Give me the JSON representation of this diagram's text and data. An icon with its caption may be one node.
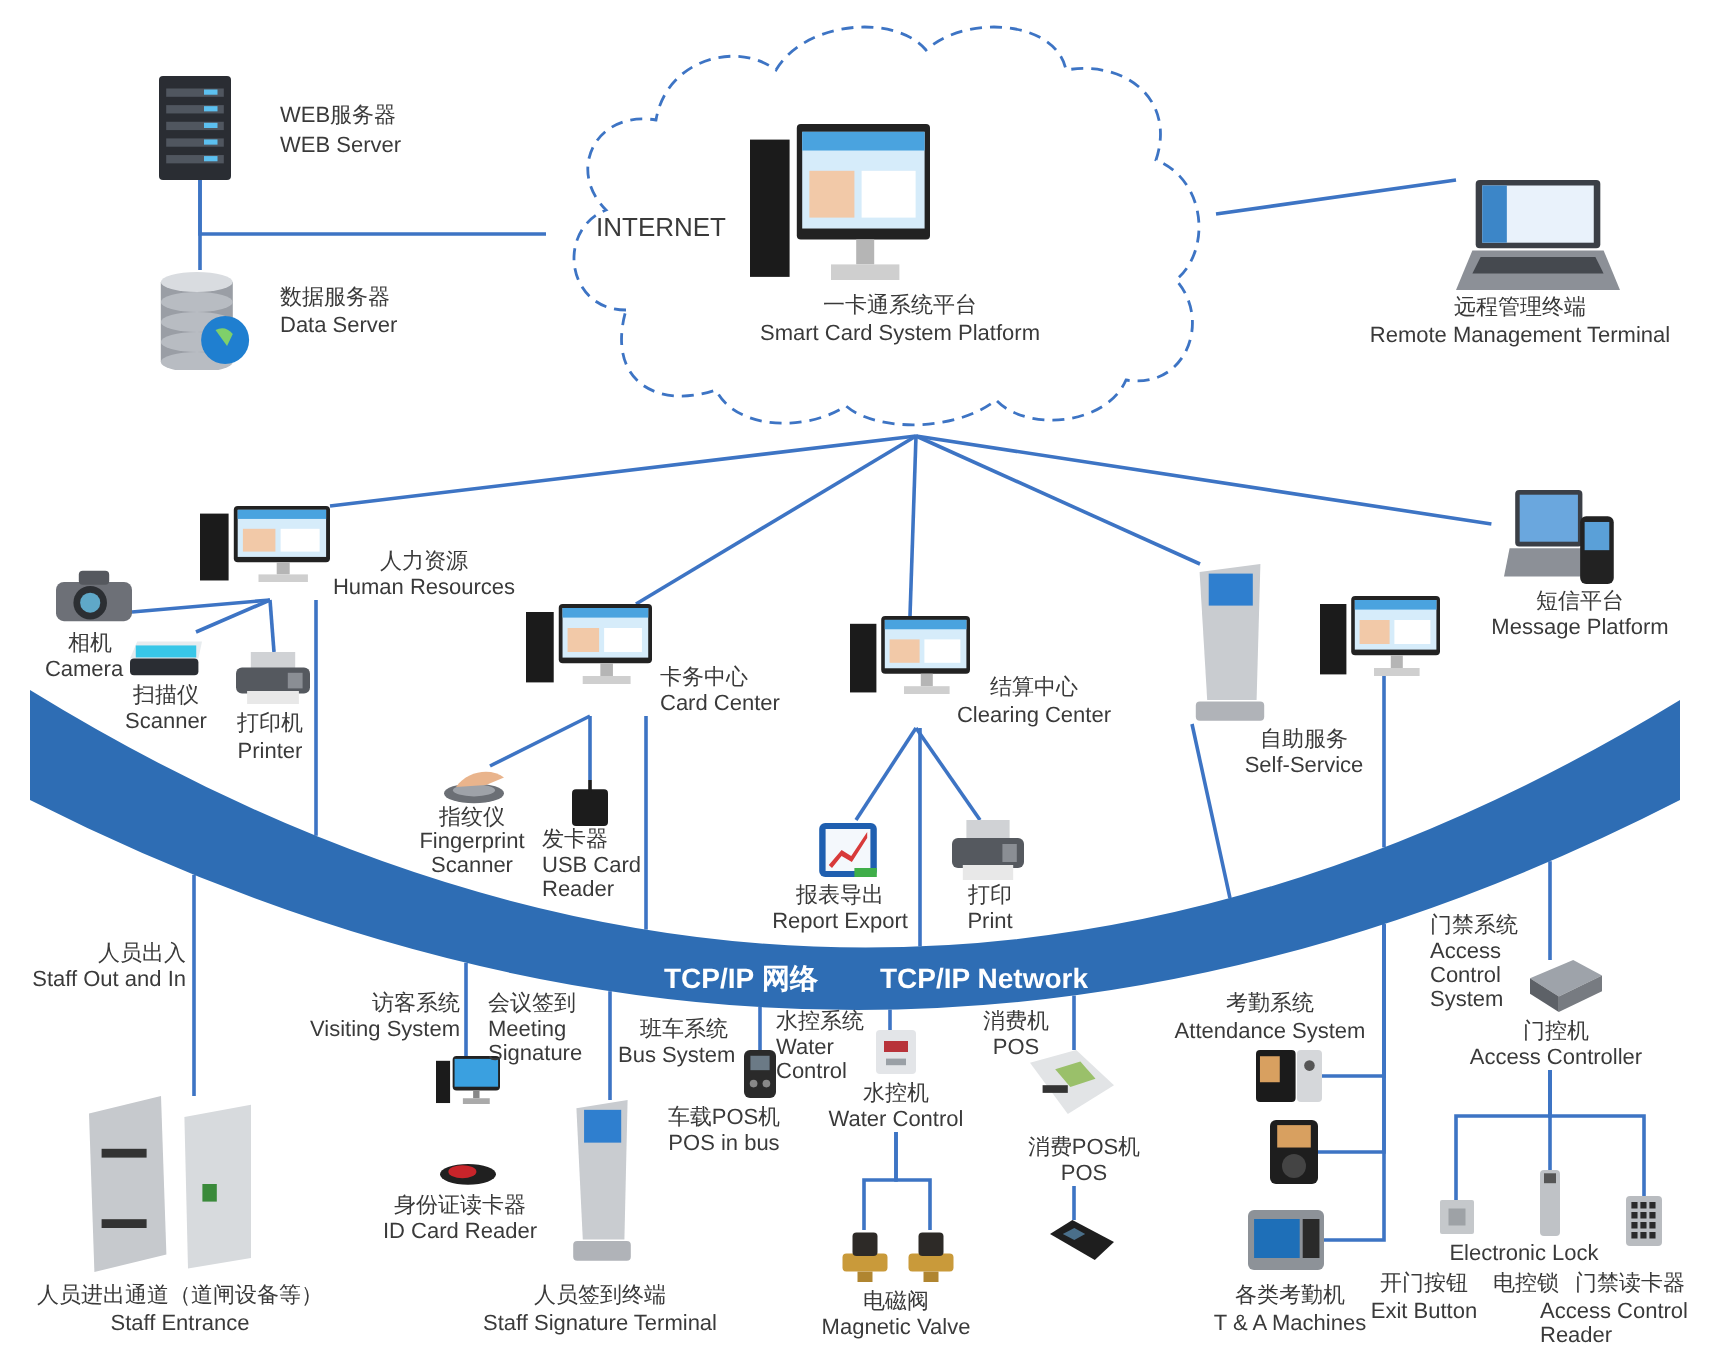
{
  "diagram": {
    "nodes": [
      {
        "text": [
          "INTERNET"
        ]
      },
      {
        "text": [
          "一卡通系统平台",
          "Smart Card System Platform"
        ],
        "in": 0
      },
      {
        "text": [
          "WEB服务器",
          "WEB Server"
        ]
      },
      {
        "text": [
          "数据服务器",
          "Data Server"
        ]
      },
      {
        "text": [
          "远程管理终端",
          "Remote Management Terminal"
        ]
      },
      {
        "text": [
          "人力资源",
          "Human Resources"
        ]
      },
      {
        "text": [
          "相机",
          "Camera"
        ]
      },
      {
        "text": [
          "扫描仪",
          "Scanner"
        ]
      },
      {
        "text": [
          "打印机",
          "Printer"
        ]
      },
      {
        "text": [
          "卡务中心",
          "Card Center"
        ]
      },
      {
        "text": [
          "指纹仪",
          "Fingerprint Scanner"
        ]
      },
      {
        "text": [
          "发卡器",
          "USB Card Reader"
        ]
      },
      {
        "text": [
          "结算中心",
          "Clearing Center"
        ]
      },
      {
        "text": [
          "报表导出",
          "Report Export"
        ]
      },
      {
        "text": [
          "打印",
          "Print"
        ]
      },
      {
        "text": [
          "自助服务",
          "Self-Service"
        ]
      },
      {
        "text": [],
        "shape": "picture"
      },
      {
        "text": [
          "短信平台",
          "Message Platform"
        ]
      },
      {
        "text": [
          "TCP/IP 网络",
          "TCP/IP Network"
        ]
      },
      {
        "text": [
          "人员进出通道（道闸设备等）",
          "Staff Entrance"
        ]
      },
      {
        "text": [],
        "shape": "picture"
      },
      {
        "text": [
          "身份证读卡器",
          "ID Card Reader"
        ]
      },
      {
        "text": [
          "人员签到终端",
          "Staff Signature Terminal"
        ]
      },
      {
        "text": [
          "车载POS机",
          "POS in bus"
        ]
      },
      {
        "text": [
          "水控机",
          "Water Control"
        ]
      },
      {
        "text": [],
        "shape": "picture"
      },
      {
        "text": [],
        "shape": "picture"
      },
      {
        "text": [
          "消费POS机",
          "POS"
        ]
      },
      {
        "text": [],
        "shape": "picture"
      },
      {
        "text": [],
        "shape": "picture"
      },
      {
        "text": [],
        "shape": "picture"
      },
      {
        "text": [],
        "shape": "picture"
      },
      {
        "text": [
          "门控机",
          "Access Controller"
        ]
      },
      {
        "text": [
          "开门按钮",
          "Exit Button"
        ]
      },
      {
        "text": [
          "Electronic Lock",
          "电控锁"
        ]
      },
      {
        "text": [
          "门禁读卡器",
          "Access Control Reader"
        ]
      }
    ],
    "edges": [
      {
        "from": 0,
        "to": 2,
        "arrow": "none"
      },
      {
        "from": 2,
        "to": 3,
        "arrow": "none"
      },
      {
        "from": 0,
        "to": 4,
        "arrow": "none"
      },
      {
        "from": 0,
        "to": 5,
        "arrow": "none"
      },
      {
        "from": 0,
        "to": 9,
        "arrow": "none"
      },
      {
        "from": 0,
        "to": 12,
        "arrow": "none"
      },
      {
        "from": 0,
        "to": 15,
        "arrow": "none"
      },
      {
        "from": 0,
        "to": 17,
        "arrow": "none"
      },
      {
        "from": 5,
        "to": 6,
        "arrow": "none"
      },
      {
        "from": 5,
        "to": 7,
        "arrow": "none"
      },
      {
        "from": 5,
        "to": 8,
        "arrow": "none"
      },
      {
        "from": 5,
        "to": 18,
        "arrow": "none"
      },
      {
        "from": 9,
        "to": 10,
        "arrow": "none"
      },
      {
        "from": 9,
        "to": 11,
        "arrow": "none"
      },
      {
        "from": 9,
        "to": 18,
        "arrow": "none"
      },
      {
        "from": 12,
        "to": 13,
        "arrow": "none"
      },
      {
        "from": 12,
        "to": 14,
        "arrow": "none"
      },
      {
        "from": 12,
        "to": 18,
        "arrow": "none"
      },
      {
        "from": 15,
        "to": 18,
        "arrow": "none"
      },
      {
        "from": 16,
        "to": 18,
        "arrow": "none"
      },
      {
        "from": 18,
        "to": 19,
        "arrow": "none"
      },
      {
        "from": 18,
        "to": 20,
        "arrow": "none"
      },
      {
        "from": 18,
        "to": 22,
        "arrow": "none"
      },
      {
        "from": 18,
        "to": 23,
        "arrow": "none"
      },
      {
        "from": 18,
        "to": 24,
        "arrow": "none"
      },
      {
        "from": 24,
        "to": 25,
        "arrow": "none"
      },
      {
        "from": 24,
        "to": 26,
        "arrow": "none"
      },
      {
        "from": 18,
        "to": 27,
        "arrow": "none"
      },
      {
        "from": 27,
        "to": 28,
        "arrow": "none"
      },
      {
        "from": 18,
        "to": 29,
        "arrow": "none"
      },
      {
        "from": 18,
        "to": 30,
        "arrow": "none"
      },
      {
        "from": 18,
        "to": 31,
        "arrow": "none"
      },
      {
        "from": 18,
        "to": 32,
        "arrow": "none"
      },
      {
        "from": 32,
        "to": 33,
        "arrow": "none"
      },
      {
        "from": 32,
        "to": 34,
        "arrow": "none"
      },
      {
        "from": 32,
        "to": 35,
        "arrow": "none"
      }
    ],
    "labels": [
      "人员出入",
      "Staff Out and In",
      "访客系统",
      "Visiting System",
      "会议签到",
      "Meeting Signature",
      "班车系统",
      "Bus System",
      "水控系统",
      "Water Control",
      "消费机",
      "POS",
      "考勤系统",
      "Attendance System",
      "门禁系统",
      "Access Control System",
      "电磁阀",
      "Magnetic Valve",
      "各类考勤机",
      "T & A Machines"
    ]
  }
}
